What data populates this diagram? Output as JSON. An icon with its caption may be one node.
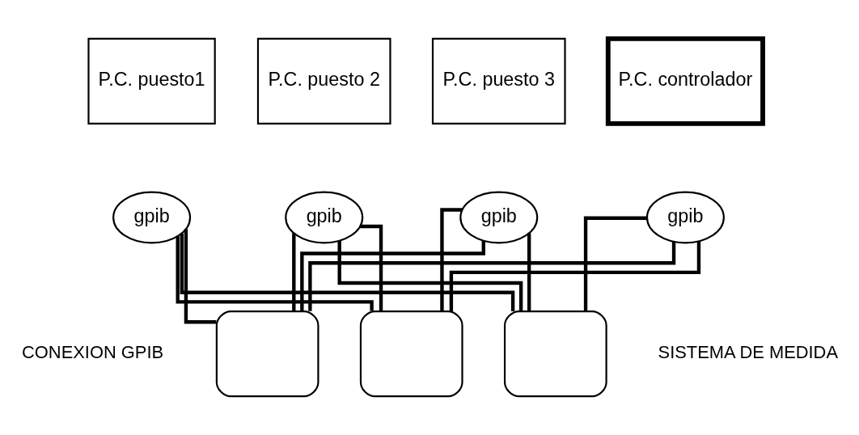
{
  "diagram": {
    "nodes": [
      {
        "text": [
          "P.C. puesto1"
        ]
      },
      {
        "text": [
          "P.C. puesto 2"
        ]
      },
      {
        "text": [
          "P.C. puesto 3"
        ]
      },
      {
        "text": [
          "P.C. controlador"
        ]
      },
      {
        "text": [
          "gpib"
        ]
      },
      {
        "text": [
          "gpib"
        ]
      },
      {
        "text": [
          "gpib"
        ]
      },
      {
        "text": [
          "gpib"
        ]
      },
      {
        "text": [],
        "shape": "box"
      },
      {
        "text": [],
        "shape": "box"
      },
      {
        "text": [],
        "shape": "box"
      }
    ],
    "edges": [
      {
        "from": 4,
        "to": 8,
        "arrow": "none"
      },
      {
        "from": 4,
        "to": 9,
        "arrow": "none"
      },
      {
        "from": 4,
        "to": 10,
        "arrow": "none"
      },
      {
        "from": 5,
        "to": 8,
        "arrow": "none"
      },
      {
        "from": 5,
        "to": 9,
        "arrow": "none"
      },
      {
        "from": 5,
        "to": 10,
        "arrow": "none"
      },
      {
        "from": 6,
        "to": 8,
        "arrow": "none"
      },
      {
        "from": 6,
        "to": 9,
        "arrow": "none"
      },
      {
        "from": 6,
        "to": 10,
        "arrow": "none"
      },
      {
        "from": 7,
        "to": 8,
        "arrow": "none"
      },
      {
        "from": 7,
        "to": 9,
        "arrow": "none"
      },
      {
        "from": 7,
        "to": 10,
        "arrow": "none"
      }
    ],
    "labels": [
      "CONEXION GPIB",
      "SISTEMA DE MEDIDA"
    ]
  }
}
